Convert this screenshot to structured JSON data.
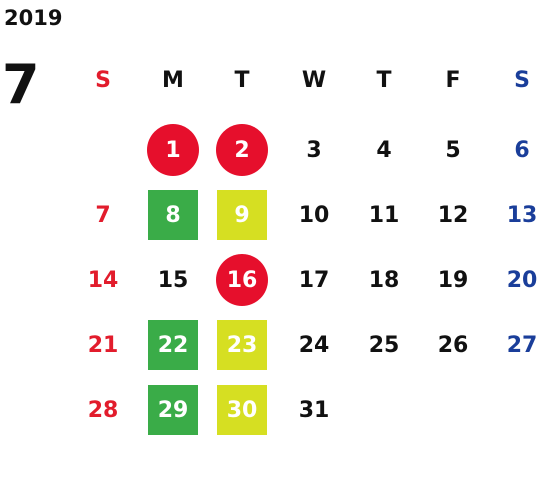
{
  "year": "2019",
  "month": "7",
  "colors": {
    "sunday": "#e21c2c",
    "saturday": "#1a3e9a",
    "weekday": "#111111",
    "holiday_circle": "#e60f2c",
    "green_square": "#3aac48",
    "yellow_square": "#d6df22"
  },
  "weekdays": [
    "S",
    "M",
    "T",
    "W",
    "T",
    "F",
    "S"
  ],
  "days": [
    {
      "label": "1",
      "mark": "holiday-circle"
    },
    {
      "label": "2",
      "mark": "holiday-circle"
    },
    {
      "label": "3",
      "mark": "none"
    },
    {
      "label": "4",
      "mark": "none"
    },
    {
      "label": "5",
      "mark": "none"
    },
    {
      "label": "6",
      "mark": "none"
    },
    {
      "label": "7",
      "mark": "none"
    },
    {
      "label": "8",
      "mark": "green-square"
    },
    {
      "label": "9",
      "mark": "yellow-square"
    },
    {
      "label": "10",
      "mark": "none"
    },
    {
      "label": "11",
      "mark": "none"
    },
    {
      "label": "12",
      "mark": "none"
    },
    {
      "label": "13",
      "mark": "none"
    },
    {
      "label": "14",
      "mark": "none"
    },
    {
      "label": "15",
      "mark": "none"
    },
    {
      "label": "16",
      "mark": "holiday-circle"
    },
    {
      "label": "17",
      "mark": "none"
    },
    {
      "label": "18",
      "mark": "none"
    },
    {
      "label": "19",
      "mark": "none"
    },
    {
      "label": "20",
      "mark": "none"
    },
    {
      "label": "21",
      "mark": "none"
    },
    {
      "label": "22",
      "mark": "green-square"
    },
    {
      "label": "23",
      "mark": "yellow-square"
    },
    {
      "label": "24",
      "mark": "none"
    },
    {
      "label": "25",
      "mark": "none"
    },
    {
      "label": "26",
      "mark": "none"
    },
    {
      "label": "27",
      "mark": "none"
    },
    {
      "label": "28",
      "mark": "none"
    },
    {
      "label": "29",
      "mark": "green-square"
    },
    {
      "label": "30",
      "mark": "yellow-square"
    },
    {
      "label": "31",
      "mark": "none"
    }
  ]
}
